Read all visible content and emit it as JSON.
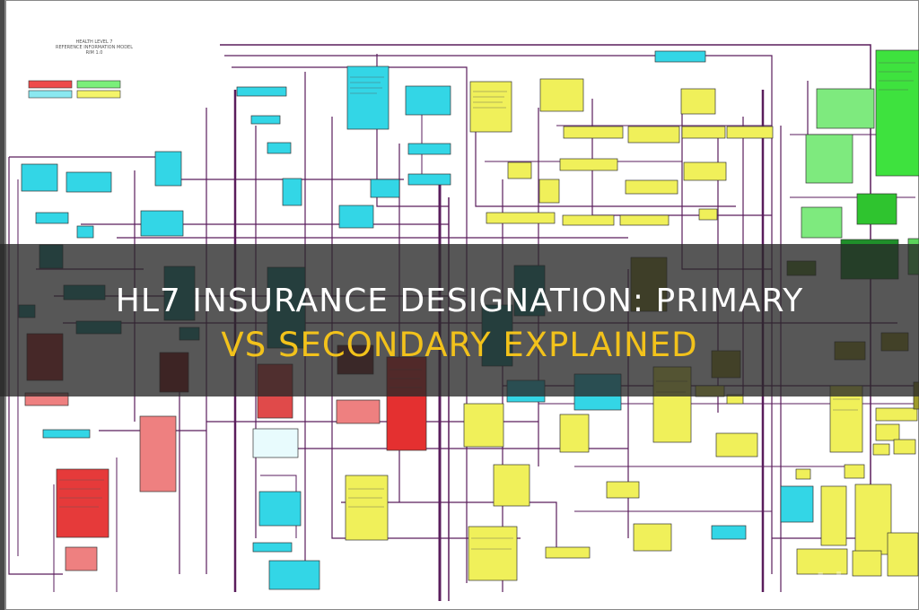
{
  "title": {
    "line1": "HL7 INSURANCE DESIGNATION: PRIMARY",
    "line2": "VS SECONDARY EXPLAINED"
  },
  "watermark": "Ideas",
  "diagram": {
    "header_text": [
      "HEALTH LEVEL 7",
      "REFERENCE INFORMATION MODEL",
      "RIM 1.0"
    ]
  },
  "colors": {
    "banner_bg": "#282828",
    "title_white": "#ffffff",
    "title_yellow": "#f2c21b",
    "connector": "#5a1d5c",
    "cyan": "#33d6e6",
    "yellow": "#eef05a",
    "green": "#3ee23e",
    "red": "#e23a3a",
    "pink": "#ee8080"
  }
}
